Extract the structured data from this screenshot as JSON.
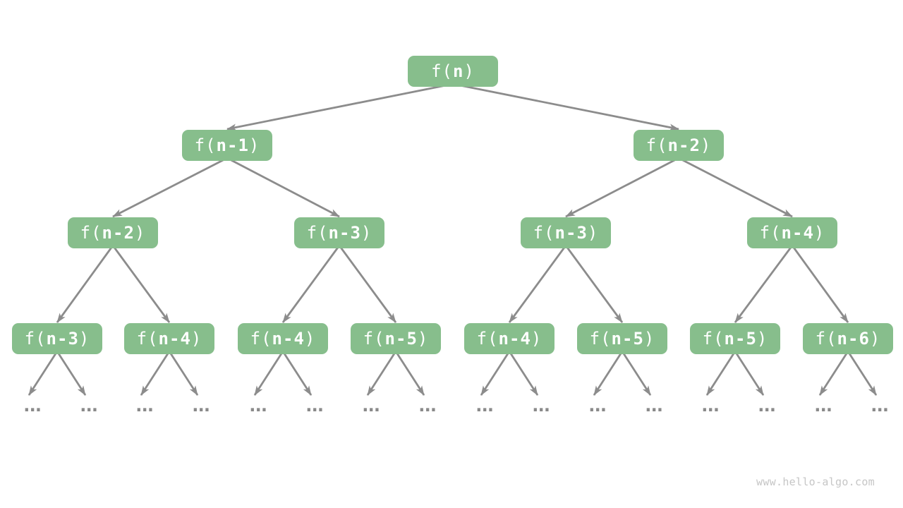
{
  "theme": {
    "node-fill": "#87BE8C",
    "node-text": "#FFFFFF",
    "edge": "#8C8C8C",
    "dot": "#8A8A8A",
    "watermark": "#C6C6C6",
    "bg": "#FFFFFF"
  },
  "diagram": {
    "type": "recursion-tree",
    "watermark": "www.hello-algo.com",
    "ellipsis": "...",
    "node_prefix": "f(",
    "node_suffix": ")",
    "nodes": [
      {
        "label": "f(n)",
        "arg": "n",
        "level": 1
      },
      {
        "label": "f(n-1)",
        "arg": "n-1",
        "level": 2
      },
      {
        "label": "f(n-2)",
        "arg": "n-2",
        "level": 2
      },
      {
        "label": "f(n-2)",
        "arg": "n-2",
        "level": 3
      },
      {
        "label": "f(n-3)",
        "arg": "n-3",
        "level": 3
      },
      {
        "label": "f(n-3)",
        "arg": "n-3",
        "level": 3
      },
      {
        "label": "f(n-4)",
        "arg": "n-4",
        "level": 3
      },
      {
        "label": "f(n-3)",
        "arg": "n-3",
        "level": 4
      },
      {
        "label": "f(n-4)",
        "arg": "n-4",
        "level": 4
      },
      {
        "label": "f(n-4)",
        "arg": "n-4",
        "level": 4
      },
      {
        "label": "f(n-5)",
        "arg": "n-5",
        "level": 4
      },
      {
        "label": "f(n-4)",
        "arg": "n-4",
        "level": 4
      },
      {
        "label": "f(n-5)",
        "arg": "n-5",
        "level": 4
      },
      {
        "label": "f(n-5)",
        "arg": "n-5",
        "level": 4
      },
      {
        "label": "f(n-6)",
        "arg": "n-6",
        "level": 4
      }
    ],
    "edges": [
      [
        "f(n)",
        "f(n-1)"
      ],
      [
        "f(n)",
        "f(n-2)"
      ],
      [
        "f(n-1)",
        "f(n-2)"
      ],
      [
        "f(n-1)",
        "f(n-3)"
      ],
      [
        "f(n-2)",
        "f(n-3)"
      ],
      [
        "f(n-2)",
        "f(n-4)"
      ],
      [
        "level3-nodes",
        "level4-nodes"
      ],
      [
        "level4-nodes",
        "..."
      ]
    ]
  }
}
